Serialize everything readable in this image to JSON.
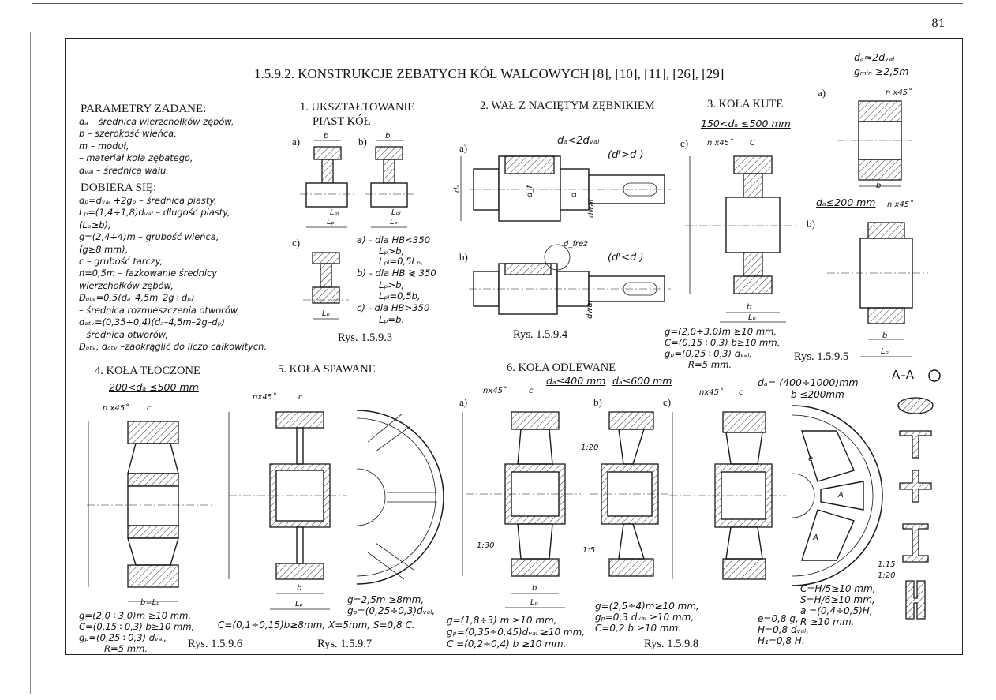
{
  "page_number": "81",
  "title": "1.5.9.2. KONSTRUKCJE ZĘBATYCH KÓŁ WALCOWYCH [8], [10], [11], [26], [29]",
  "params": {
    "given_heading": "PARAMETRY ZADANE:",
    "given": [
      "dₐ  –  średnica wierzchołków zębów,",
      "b    –  szerokość wieńca,",
      "m   –  moduł,",
      "       –  materiał koła zębatego,",
      "dᵥₐₗ –  średnica wału."
    ],
    "chosen_heading": "DOBIERA SIĘ:",
    "chosen": [
      "dₚ=dᵥₐₗ +2gₚ    –  średnica piasty,",
      "Lₚ=(1,4÷1,8)dᵥₐₗ –  długość piasty,",
      "       (Lₚ≥b),",
      "g=(2,4÷4)m       –  grubość wieńca,",
      "      (g≥8 mm),",
      "c  –  grubość tarczy,",
      "n=0,5m –  fazkowanie średnicy",
      "                wierzchołków zębów,",
      "Dₒₜᵥ=0,5(dₐ–4,5m–2g+dₚ)–",
      "      –  średnica rozmieszczenia otworów,",
      "dₒₜᵥ=(0,35÷0,4)(dₐ–4,5m–2g–dₚ)",
      "                          –  średnica otworów,",
      "Dₒₜᵥ, dₒₜᵥ –zaokrąglić do liczb całkowitych."
    ]
  },
  "sections": {
    "s1": "1. UKSZTAŁTOWANIE",
    "s1b": "PIAST KÓŁ",
    "s2": "2. WAŁ Z NACIĘTYM ZĘBNIKIEM",
    "s3": "3. KOŁA KUTE",
    "s4": "4. KOŁA TŁOCZONE",
    "s5": "5. KOŁA SPAWANE",
    "s6": "6. KOŁA ODLEWANE"
  },
  "figures": {
    "r593": "Rys. 1.5.9.3",
    "r594": "Rys. 1.5.9.4",
    "r595": "Rys. 1.5.9.5",
    "r596": "Rys. 1.5.9.6",
    "r597": "Rys. 1.5.9.7",
    "r598": "Rys. 1.5.9.8"
  },
  "notes": {
    "hub_a": "a)  - dla HB<350",
    "hub_a2": "Lₚ>b,",
    "hub_a3": "Lₚₗ=0,5Lₚ,",
    "hub_b": "b)  - dla HB ≷ 350",
    "hub_b2": "Lₚ>b,",
    "hub_b3": "Lₚₗ=0,5b,",
    "hub_c": "c)  - dla HB>350",
    "hub_c2": "Lₚ=b.",
    "shaft_cond_a": "dₐ<2dᵥₐₗ",
    "shaft_df_a": "(dᶠ>d )",
    "shaft_df_b": "(dᶠ<d )",
    "forged_range": "150<dₐ ≤500 mm",
    "forged_1": "g=(2,0÷3,0)m ≥10  mm,",
    "forged_2": "C=(0,15÷0,3) b≥10  mm,",
    "forged_3": "gₚ=(0,25÷0,3) dᵥₐₗ,",
    "forged_4": "R=5  mm.",
    "forged_a1": "dₐ≈2dᵥₐₗ",
    "forged_a2": "gₘᵢₙ ≥2,5m",
    "forged_b": "dₐ≤200 mm",
    "pressed_range": "200<dₐ ≤500 mm",
    "pressed_1": "g=(2,0÷3,0)m ≥10  mm,",
    "pressed_2": "C=(0,15÷0,3) b≥10  mm,",
    "pressed_3": "gₚ=(0,25÷0,3) dᵥₐₗ,",
    "pressed_4": "R=5  mm.",
    "welded_1": "g=2,5m ≥8mm,",
    "welded_2": "gₚ=(0,25÷0,3)dᵥₐₗ,",
    "welded_3": "C=(0,1÷0,15)b≥8mm,  X=5mm,  S=0,8 C.",
    "cast_a": "dₐ≤400 mm",
    "cast_b": "dₐ≤600 mm",
    "cast_c": "dₐ= (400÷1000)mm",
    "cast_c2": "b ≤200mm",
    "cast_1": "g=(1,8÷3) m           ≥10  mm,",
    "cast_2": "gₚ=(0,35÷0,45)dᵥₐₗ ≥10  mm,",
    "cast_3": "C =(0,2÷0,4) b          ≥10  mm.",
    "cast_4": "g=(2,5÷4)m≥10  mm,",
    "cast_5": "gₚ=0,3 dᵥₐₗ   ≥10  mm,",
    "cast_6": "C=0,2 b          ≥10  mm.",
    "cast_7": "e=0,8 g,",
    "cast_8": "H=0,8 dᵥₐₗ,",
    "cast_9": "H₁=0,8 H.",
    "arm_1": "C=H/5≥10  mm,",
    "arm_2": "S=H/6≥10  mm,",
    "arm_3": "a =(0,4÷0,5)H,",
    "arm_4": "R ≥10  mm.",
    "section_AA": "A–A"
  }
}
